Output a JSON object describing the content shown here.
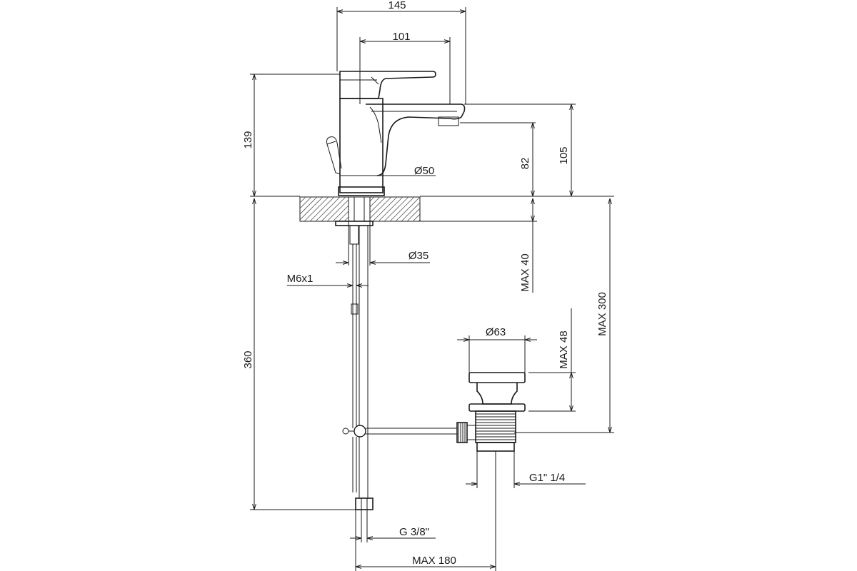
{
  "dimensions": {
    "top_overall_width": "145",
    "spout_reach": "101",
    "total_height": "139",
    "diameter_base": "Ø50",
    "spout_height": "82",
    "spout_top_height": "105",
    "diameter_shank": "Ø35",
    "thread_rod": "M6x1",
    "max_counter_thickness": "MAX 40",
    "hose_length": "360",
    "max_waste_height": "MAX 300",
    "diameter_waste_plug": "Ø63",
    "max_plug_height": "MAX 48",
    "waste_thread": "G1\" 1/4",
    "hose_thread": "G 3/8\"",
    "max_waste_offset": "MAX 180"
  }
}
